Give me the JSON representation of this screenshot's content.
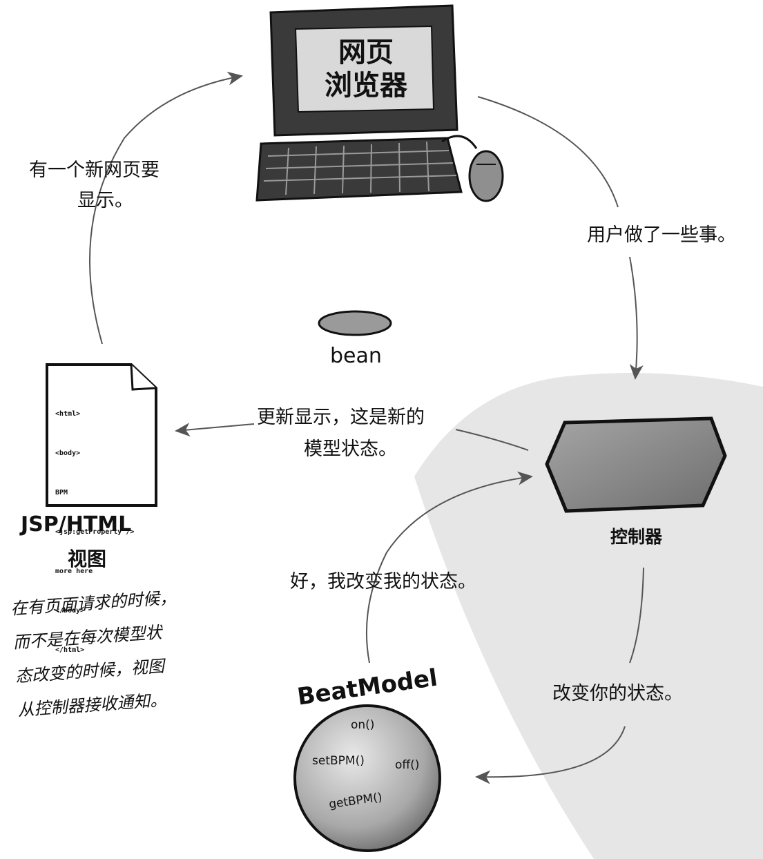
{
  "browser": {
    "screen_line1": "网页",
    "screen_line2": "浏览器"
  },
  "labels": {
    "new_page": "有一个新网页要",
    "new_page_2": "显示。",
    "user_action": "用户做了一些事。",
    "update_display": "更新显示，这是新的",
    "update_display_2": "模型状态。",
    "ok_changed": "好，我改变我的状态。",
    "change_state": "改变你的状态。"
  },
  "bean": {
    "label": "bean"
  },
  "view": {
    "code_lines": [
      "<html>",
      "<body>",
      "BPM",
      "<jsp:getProperty />",
      "more here",
      "</body>",
      "</html>"
    ],
    "title": "JSP/HTML",
    "subtitle": "视图"
  },
  "controller": {
    "label": "控制器"
  },
  "model": {
    "name": "BeatModel",
    "methods": [
      "on()",
      "setBPM()",
      "off()",
      "getBPM()"
    ]
  },
  "note": {
    "lines": [
      "在有页面请求的时候，",
      "而不是在每次模型状",
      "态改变的时候，视图",
      "从控制器接收通知。"
    ]
  },
  "colors": {
    "ink": "#111111",
    "screen": "#d9d9d9",
    "monitor": "#3a3a3a",
    "controller": "#8c8c8c",
    "model": "#bdbdbd",
    "watermark": "#e6e6e6"
  }
}
